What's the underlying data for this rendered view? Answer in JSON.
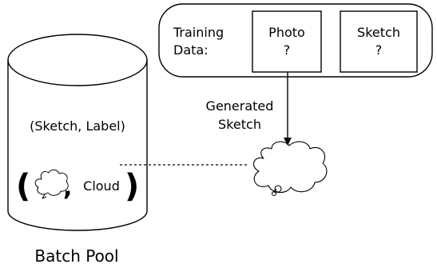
{
  "training_box": {
    "label_line1": "Training",
    "label_line2": "Data:",
    "photo_label": "Photo",
    "photo_value": "?",
    "sketch_label": "Sketch",
    "sketch_value": "?"
  },
  "arrow_label": {
    "line1": "Generated",
    "line2": "Sketch"
  },
  "batch_pool": {
    "pair_text": "(Sketch, Label)",
    "open_paren": "(",
    "comma": ",",
    "label_text": "Cloud",
    "close_paren": ")",
    "caption": "Batch Pool"
  },
  "icons": {
    "small_sketch": "cloud-sketch-icon",
    "large_sketch": "cloud-sketch-icon"
  }
}
